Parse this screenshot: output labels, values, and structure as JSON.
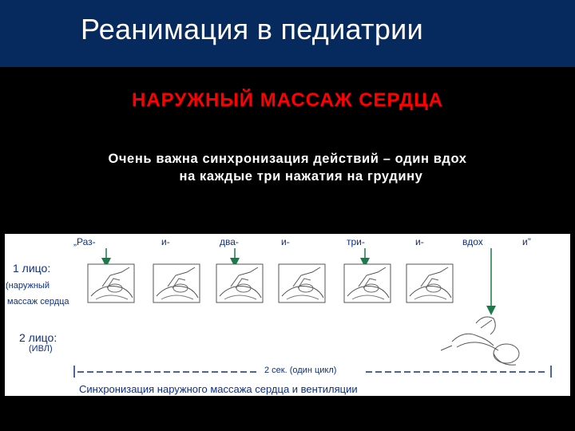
{
  "header": {
    "title": "Реанимация в педиатрии"
  },
  "slide": {
    "heading": "НАРУЖНЫЙ МАССАЖ СЕРДЦА",
    "note_line1": "Очень важна синхронизация действий – один вдох",
    "note_line2": "на каждые три нажатия на грудину"
  },
  "diagram": {
    "count_labels": [
      "„Раз-",
      "и-",
      "два-",
      "и-",
      "три-",
      "и-",
      "вдох",
      "и”"
    ],
    "rescuer1": {
      "title": "1 лицо:",
      "desc_line1": "(наружный",
      "desc_line2": "массаж сердца"
    },
    "rescuer2": {
      "title": "2 лицо:",
      "desc": "(ИВЛ)"
    },
    "cycle_label": "2 сек. (один цикл)",
    "caption": "Синхронизация наружного массажа сердца и вентиляции"
  },
  "colors": {
    "header_bg": "#062a5e",
    "heading": "#ff0000",
    "diagram_text": "#0d2f8c",
    "arrow": "#1a7a4a"
  }
}
